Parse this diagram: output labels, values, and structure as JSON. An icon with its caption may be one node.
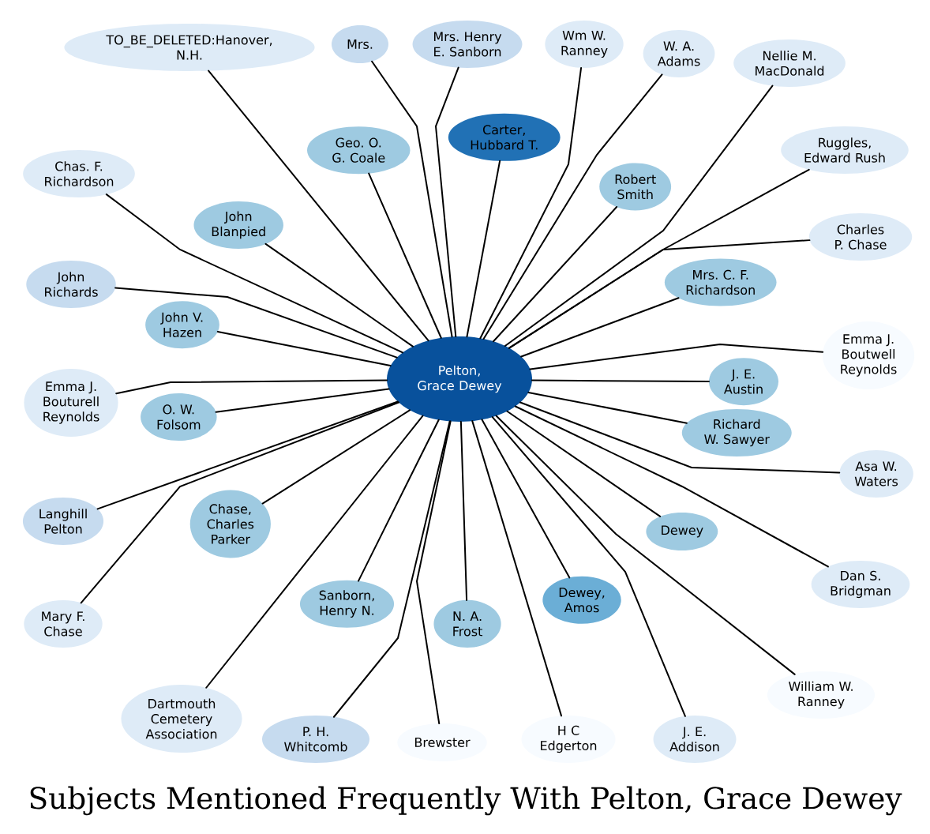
{
  "diagram": {
    "title": "Subjects Mentioned Frequently With Pelton, Grace Dewey",
    "nodes": [
      {
        "text": [
          "Pelton, Grace Dewey"
        ]
      },
      {
        "text": [
          "Wm W. Ranney"
        ]
      },
      {
        "text": [
          "Mrs."
        ]
      },
      {
        "text": [
          "W. A. Adams"
        ]
      },
      {
        "text": [
          "Mrs. Henry E. Sanborn"
        ]
      },
      {
        "text": [
          "TO_BE_DELETED:Hanover, N.H."
        ]
      },
      {
        "text": [
          "Nellie M. MacDonald"
        ]
      },
      {
        "text": [
          "Geo. O. G. Coale"
        ]
      },
      {
        "text": [
          "John Blanpied"
        ]
      },
      {
        "text": [
          "John V. Hazen"
        ]
      },
      {
        "text": [
          "Robert Smith"
        ]
      },
      {
        "text": [
          "Ruggles, Edward Rush"
        ]
      },
      {
        "text": [
          "Chas. F. Richardson"
        ]
      },
      {
        "text": [
          "Carter, Hubbard T."
        ]
      },
      {
        "text": [
          "Mrs. C. F. Richardson"
        ]
      },
      {
        "text": [
          "John Richards"
        ]
      },
      {
        "text": [
          "Charles P. Chase"
        ]
      },
      {
        "text": [
          "O. W. Folsom"
        ]
      },
      {
        "text": [
          "J. E. Austin"
        ]
      },
      {
        "text": [
          "Emma J. Bouturell Reynolds"
        ]
      },
      {
        "text": [
          "Chase, Charles Parker"
        ]
      },
      {
        "text": [
          "Emma J. Boutwell Reynolds"
        ]
      },
      {
        "text": [
          "Richard W. Sawyer"
        ]
      },
      {
        "text": [
          "Langhill Pelton"
        ]
      },
      {
        "text": [
          "Dewey, Amos"
        ]
      },
      {
        "text": [
          "Asa W. Waters"
        ]
      },
      {
        "text": [
          "Sanborn, Henry N."
        ]
      },
      {
        "text": [
          "Dewey"
        ]
      },
      {
        "text": [
          "Mary F. Chase"
        ]
      },
      {
        "text": [
          "Dan S. Bridgman"
        ]
      },
      {
        "text": [
          "N. A. Frost"
        ]
      },
      {
        "text": [
          "P. H. Whitcomb"
        ]
      },
      {
        "text": [
          "William W. Ranney"
        ]
      },
      {
        "text": [
          "Dartmouth Cemetery Association"
        ]
      },
      {
        "text": [
          "J. E. Addison"
        ]
      },
      {
        "text": [
          "H C Edgerton"
        ]
      },
      {
        "text": [
          "Brewster"
        ]
      }
    ],
    "edges": [
      {
        "from": 0,
        "to": 1,
        "arrow": "none"
      },
      {
        "from": 0,
        "to": 2,
        "arrow": "none"
      },
      {
        "from": 0,
        "to": 3,
        "arrow": "none"
      },
      {
        "from": 0,
        "to": 4,
        "arrow": "none"
      },
      {
        "from": 0,
        "to": 5,
        "arrow": "none"
      },
      {
        "from": 0,
        "to": 6,
        "arrow": "none"
      },
      {
        "from": 0,
        "to": 7,
        "arrow": "none"
      },
      {
        "from": 0,
        "to": 8,
        "arrow": "none"
      },
      {
        "from": 0,
        "to": 9,
        "arrow": "none"
      },
      {
        "from": 0,
        "to": 10,
        "arrow": "none"
      },
      {
        "from": 0,
        "to": 11,
        "arrow": "none"
      },
      {
        "from": 0,
        "to": 12,
        "arrow": "none"
      },
      {
        "from": 0,
        "to": 13,
        "arrow": "none"
      },
      {
        "from": 0,
        "to": 14,
        "arrow": "none"
      },
      {
        "from": 0,
        "to": 15,
        "arrow": "none"
      },
      {
        "from": 0,
        "to": 16,
        "arrow": "none"
      },
      {
        "from": 0,
        "to": 17,
        "arrow": "none"
      },
      {
        "from": 0,
        "to": 18,
        "arrow": "none"
      },
      {
        "from": 0,
        "to": 19,
        "arrow": "none"
      },
      {
        "from": 0,
        "to": 20,
        "arrow": "none"
      },
      {
        "from": 0,
        "to": 21,
        "arrow": "none"
      },
      {
        "from": 0,
        "to": 22,
        "arrow": "none"
      },
      {
        "from": 0,
        "to": 23,
        "arrow": "none"
      },
      {
        "from": 0,
        "to": 24,
        "arrow": "none"
      },
      {
        "from": 0,
        "to": 25,
        "arrow": "none"
      },
      {
        "from": 0,
        "to": 26,
        "arrow": "none"
      },
      {
        "from": 0,
        "to": 27,
        "arrow": "none"
      },
      {
        "from": 0,
        "to": 28,
        "arrow": "none"
      },
      {
        "from": 0,
        "to": 29,
        "arrow": "none"
      },
      {
        "from": 0,
        "to": 30,
        "arrow": "none"
      },
      {
        "from": 0,
        "to": 31,
        "arrow": "none"
      },
      {
        "from": 0,
        "to": 32,
        "arrow": "none"
      },
      {
        "from": 0,
        "to": 33,
        "arrow": "none"
      },
      {
        "from": 0,
        "to": 34,
        "arrow": "none"
      },
      {
        "from": 0,
        "to": 35,
        "arrow": "none"
      },
      {
        "from": 0,
        "to": 36,
        "arrow": "none"
      }
    ]
  }
}
